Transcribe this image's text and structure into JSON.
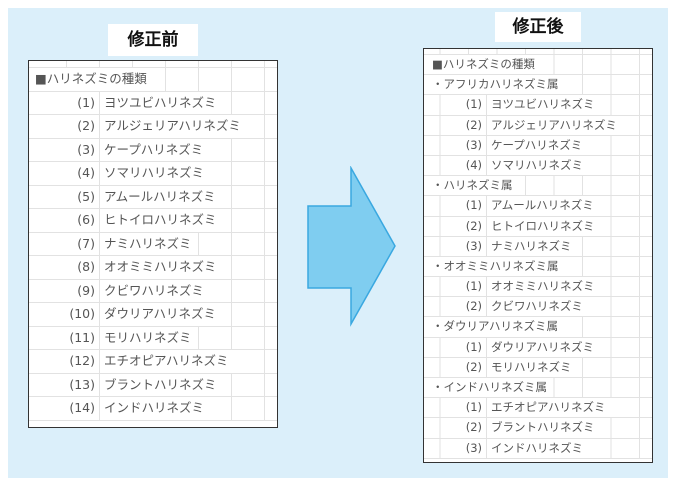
{
  "before": {
    "title": "修正前",
    "header": "■ハリネズミの種類",
    "items": [
      {
        "n": "(1)",
        "name": "ヨツユビハリネズミ"
      },
      {
        "n": "(2)",
        "name": "アルジェリアハリネズミ"
      },
      {
        "n": "(3)",
        "name": "ケープハリネズミ"
      },
      {
        "n": "(4)",
        "name": "ソマリハリネズミ"
      },
      {
        "n": "(5)",
        "name": "アムールハリネズミ"
      },
      {
        "n": "(6)",
        "name": "ヒトイロハリネズミ"
      },
      {
        "n": "(7)",
        "name": "ナミハリネズミ"
      },
      {
        "n": "(8)",
        "name": "オオミミハリネズミ"
      },
      {
        "n": "(9)",
        "name": "クビワハリネズミ"
      },
      {
        "n": "(10)",
        "name": "ダウリアハリネズミ"
      },
      {
        "n": "(11)",
        "name": "モリハリネズミ"
      },
      {
        "n": "(12)",
        "name": "エチオピアハリネズミ"
      },
      {
        "n": "(13)",
        "name": "ブラントハリネズミ"
      },
      {
        "n": "(14)",
        "name": "インドハリネズミ"
      }
    ]
  },
  "after": {
    "title": "修正後",
    "header": "■ハリネズミの種類",
    "groups": [
      {
        "name": "・アフリカハリネズミ属",
        "items": [
          {
            "n": "(1)",
            "name": "ヨツユビハリネズミ"
          },
          {
            "n": "(2)",
            "name": "アルジェリアハリネズミ"
          },
          {
            "n": "(3)",
            "name": "ケープハリネズミ"
          },
          {
            "n": "(4)",
            "name": "ソマリハリネズミ"
          }
        ]
      },
      {
        "name": "・ハリネズミ属",
        "items": [
          {
            "n": "(1)",
            "name": "アムールハリネズミ"
          },
          {
            "n": "(2)",
            "name": "ヒトイロハリネズミ"
          },
          {
            "n": "(3)",
            "name": "ナミハリネズミ"
          }
        ]
      },
      {
        "name": "・オオミミハリネズミ属",
        "items": [
          {
            "n": "(1)",
            "name": "オオミミハリネズミ"
          },
          {
            "n": "(2)",
            "name": "クビワハリネズミ"
          }
        ]
      },
      {
        "name": "・ダウリアハリネズミ属",
        "items": [
          {
            "n": "(1)",
            "name": "ダウリアハリネズミ"
          },
          {
            "n": "(2)",
            "name": "モリハリネズミ"
          }
        ]
      },
      {
        "name": "・インドハリネズミ属",
        "items": [
          {
            "n": "(1)",
            "name": "エチオピアハリネズミ"
          },
          {
            "n": "(2)",
            "name": "ブラントハリネズミ"
          },
          {
            "n": "(3)",
            "name": "インドハリネズミ"
          }
        ]
      }
    ]
  },
  "colors": {
    "background": "#dbeffa",
    "arrow": "#7fcdf0",
    "arrow_border": "#3aa8e0"
  }
}
